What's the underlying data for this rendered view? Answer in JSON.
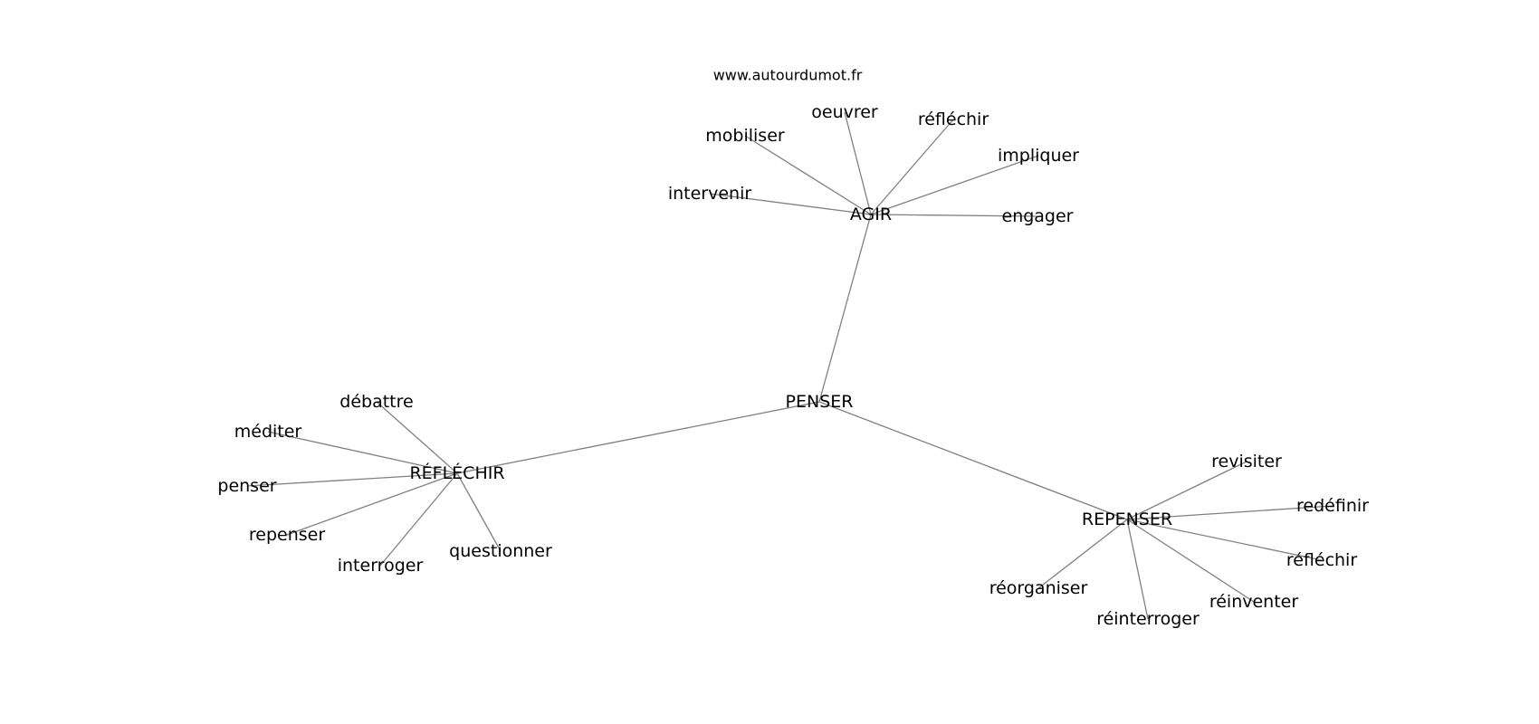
{
  "watermark": "www.autourdumot.fr",
  "graph": {
    "center": "PENSER",
    "hubs": [
      {
        "label": "AGIR",
        "leaves": [
          "mobiliser",
          "oeuvrer",
          "réfléchir",
          "impliquer",
          "intervenir",
          "engager"
        ]
      },
      {
        "label": "RÉFLÉCHIR",
        "leaves": [
          "débattre",
          "méditer",
          "penser",
          "repenser",
          "interroger",
          "questionner"
        ]
      },
      {
        "label": "REPENSER",
        "leaves": [
          "revisiter",
          "redéfinir",
          "réfléchir",
          "réinventer",
          "réinterroger",
          "réorganiser"
        ]
      }
    ]
  },
  "colors": {
    "edge": "#808080",
    "text": "#000000",
    "background": "#ffffff"
  }
}
